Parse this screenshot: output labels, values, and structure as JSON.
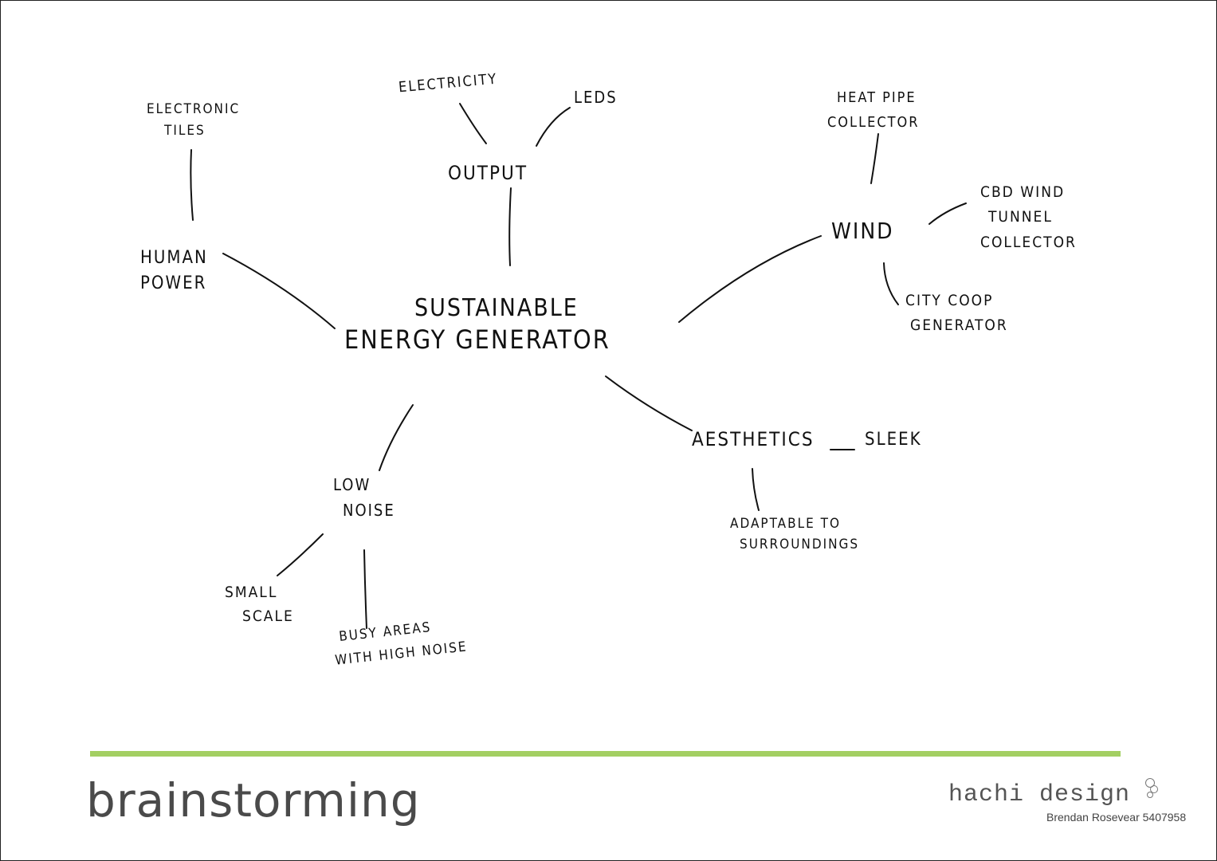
{
  "mindmap": {
    "center": {
      "line1": "Sustainable",
      "line2": "Energy Generator"
    },
    "branches": {
      "human_power": {
        "label1": "Human",
        "label2": "Power",
        "children": [
          {
            "line1": "Electronic",
            "line2": "Tiles"
          }
        ]
      },
      "output": {
        "label": "Output",
        "children": [
          {
            "line1": "Electricity"
          },
          {
            "line1": "LEDs"
          }
        ]
      },
      "wind": {
        "label": "Wind",
        "children": [
          {
            "line1": "Heat Pipe",
            "line2": "Collector"
          },
          {
            "line1": "CBD Wind",
            "line2": "Tunnel",
            "line3": "Collector"
          },
          {
            "line1": "City Coop",
            "line2": "Generator"
          }
        ]
      },
      "low_noise": {
        "label1": "Low",
        "label2": "Noise",
        "children": [
          {
            "line1": "Small",
            "line2": "Scale"
          },
          {
            "line1": "Busy Areas",
            "line2": "with High Noise"
          }
        ]
      },
      "aesthetics": {
        "label": "Aesthetics",
        "sleek": "Sleek",
        "children": [
          {
            "line1": "Adaptable to",
            "line2": "Surroundings"
          }
        ]
      }
    }
  },
  "footer": {
    "title": "brainstorming",
    "studio": "hachi design",
    "author": "Brendan Rosevear 5407958",
    "accent_color": "#a3cf62"
  }
}
